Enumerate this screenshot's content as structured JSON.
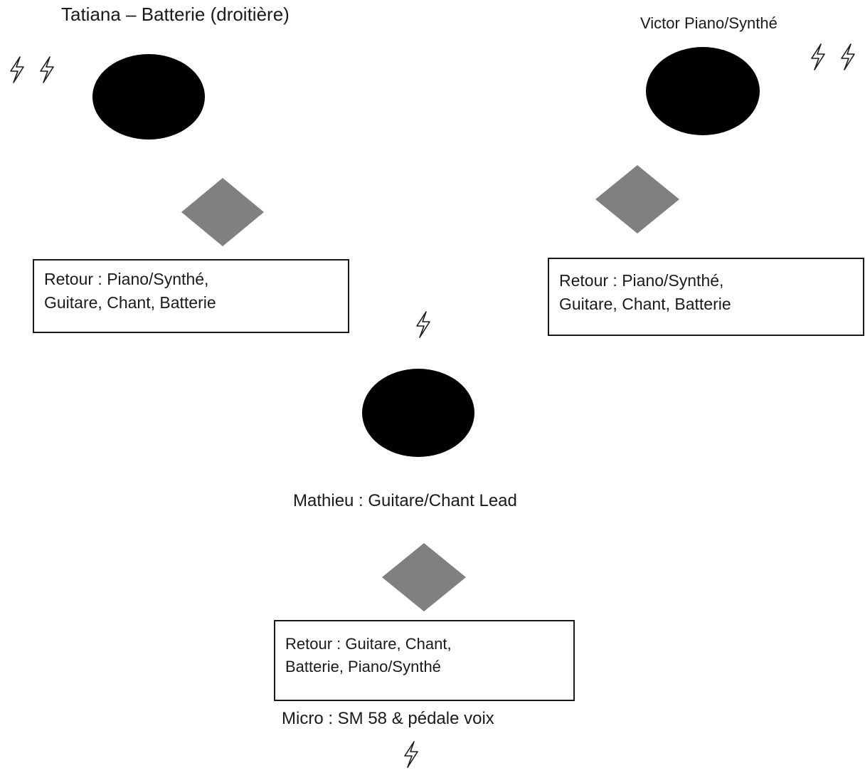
{
  "performers": {
    "tatiana": {
      "label": "Tatiana – Batterie (droitière)"
    },
    "victor": {
      "label": "Victor  Piano/Synthé"
    },
    "mathieu": {
      "label": "Mathieu : Guitare/Chant Lead"
    }
  },
  "monitors": {
    "tatiana": {
      "line1": "Retour : Piano/Synthé,",
      "line2": "Guitare, Chant, Batterie"
    },
    "victor": {
      "line1": "Retour : Piano/Synthé,",
      "line2": "Guitare, Chant, Batterie"
    },
    "mathieu": {
      "line1": "Retour : Guitare, Chant,",
      "line2": "Batterie, Piano/Synthé"
    }
  },
  "mic": {
    "label": "Micro : SM 58 & pédale voix"
  },
  "icons": {
    "power_outlet": "lightning-bolt",
    "performer": "filled-black-ellipse",
    "monitor_wedge": "gray-diamond"
  },
  "colors": {
    "performer": "#000000",
    "wedge": "#808080",
    "box_border": "#1a1a1a"
  }
}
